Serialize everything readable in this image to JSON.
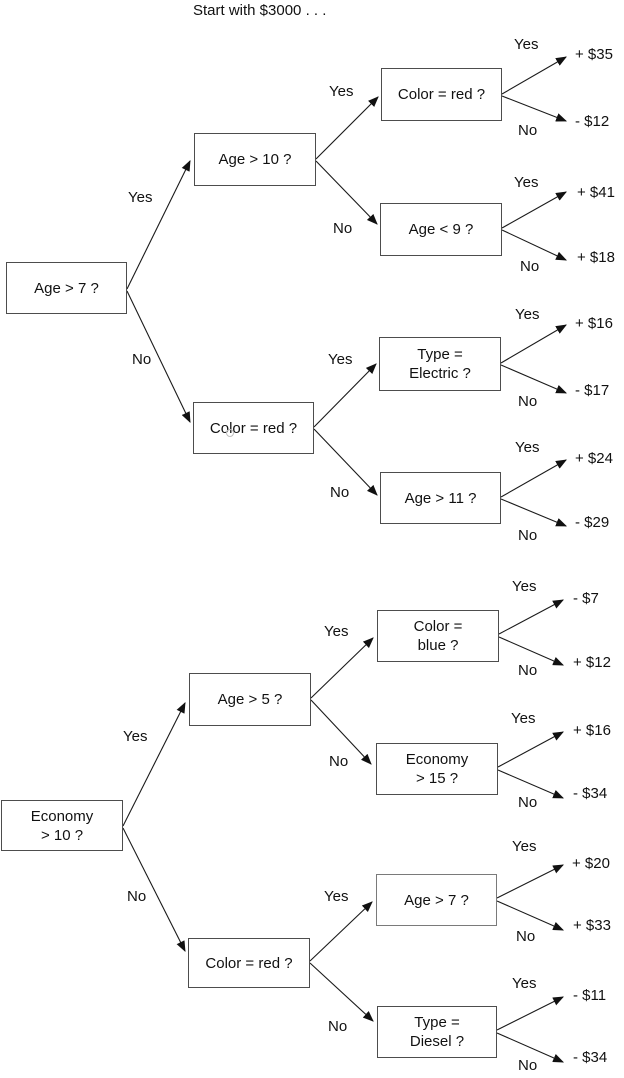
{
  "title": "Start with $3000 . . .",
  "tree1": {
    "root": {
      "label": "Age > 7 ?",
      "yes": "Yes",
      "no": "No"
    },
    "yes_node": {
      "label": "Age > 10 ?",
      "yes": "Yes",
      "no": "No"
    },
    "no_node": {
      "label": "Color = red ?",
      "yes": "Yes",
      "no": "No"
    },
    "leaves": [
      {
        "label": "Color = red ?",
        "yes": "Yes",
        "no": "No",
        "yes_value": "+ $35",
        "no_value": "- $12"
      },
      {
        "label": "Age < 9 ?",
        "yes": "Yes",
        "no": "No",
        "yes_value": "+ $41",
        "no_value": "+ $18"
      },
      {
        "label": "Type =\nElectric ?",
        "yes": "Yes",
        "no": "No",
        "yes_value": "+ $16",
        "no_value": "- $17"
      },
      {
        "label": "Age > 11 ?",
        "yes": "Yes",
        "no": "No",
        "yes_value": "+ $24",
        "no_value": "- $29"
      }
    ]
  },
  "tree2": {
    "root": {
      "label": "Economy\n> 10 ?",
      "yes": "Yes",
      "no": "No"
    },
    "yes_node": {
      "label": "Age > 5 ?",
      "yes": "Yes",
      "no": "No"
    },
    "no_node": {
      "label": "Color = red ?",
      "yes": "Yes",
      "no": "No"
    },
    "leaves": [
      {
        "label": "Color =\nblue ?",
        "yes": "Yes",
        "no": "No",
        "yes_value": "- $7",
        "no_value": "+ $12"
      },
      {
        "label": "Economy\n> 15 ?",
        "yes": "Yes",
        "no": "No",
        "yes_value": "+ $16",
        "no_value": "- $34"
      },
      {
        "label": "Age > 7 ?",
        "yes": "Yes",
        "no": "No",
        "yes_value": "+ $20",
        "no_value": "+ $33"
      },
      {
        "label": "Type =\nDiesel ?",
        "yes": "Yes",
        "no": "No",
        "yes_value": "- $11",
        "no_value": "- $34"
      }
    ]
  }
}
